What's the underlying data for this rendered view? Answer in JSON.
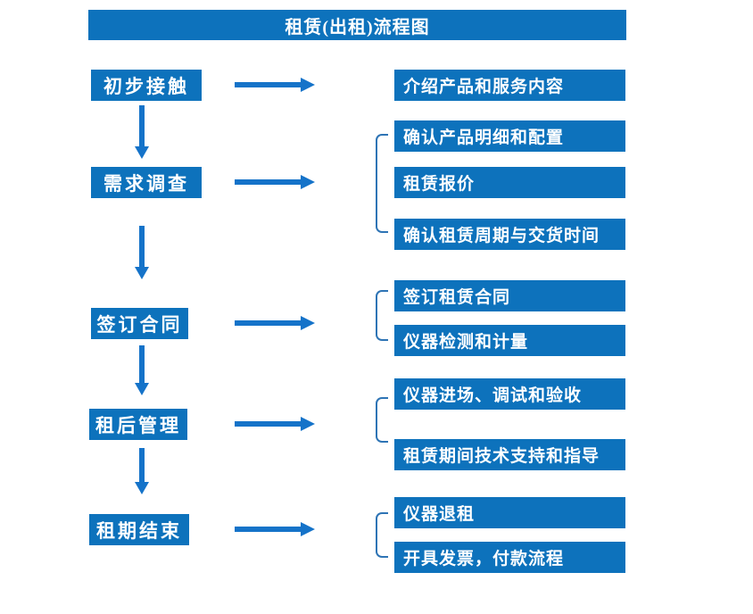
{
  "title": "租赁(出租)流程图",
  "colors": {
    "box_blue": "#0d72bc",
    "arrow_blue": "#1573c9",
    "bracket_blue": "#2e74b5",
    "text_white": "#ffffff"
  },
  "flow": {
    "steps": [
      {
        "label": "初步接触",
        "details": [
          "介绍产品和服务内容"
        ]
      },
      {
        "label": "需求调查",
        "details": [
          "确认产品明细和配置",
          "租赁报价",
          "确认租赁周期与交货时间"
        ]
      },
      {
        "label": "签订合同",
        "details": [
          "签订租赁合同",
          "仪器检测和计量"
        ]
      },
      {
        "label": "租后管理",
        "details": [
          "仪器进场、调试和验收",
          "租赁期间技术支持和指导"
        ]
      },
      {
        "label": "租期结束",
        "details": [
          "仪器退租",
          "开具发票，付款流程"
        ]
      }
    ]
  }
}
